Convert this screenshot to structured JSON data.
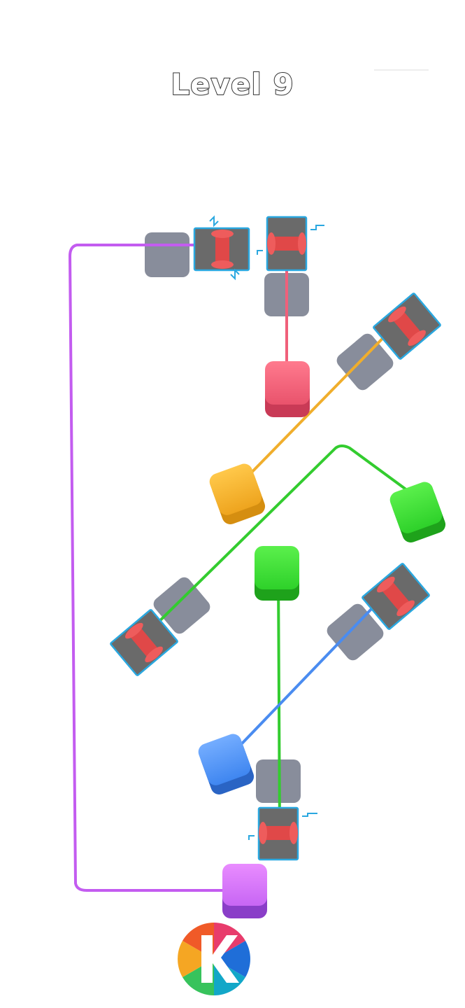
{
  "level": {
    "title": "Level 9"
  },
  "colors": {
    "purple": "#cc66ff",
    "red": "#f0607a",
    "orange": "#f4b12c",
    "green": "#33cc2f",
    "blue": "#4a8cf0",
    "slot_gray": "#7b8190",
    "winch_red": "#e04848",
    "winch_base": "#6a6a6a",
    "winch_trim": "#2aa8e0"
  },
  "ropes": [
    {
      "id": "purple",
      "color": "purple"
    },
    {
      "id": "red",
      "color": "red"
    },
    {
      "id": "orange",
      "color": "orange"
    },
    {
      "id": "green-upper",
      "color": "green"
    },
    {
      "id": "green-lower",
      "color": "green"
    },
    {
      "id": "blue",
      "color": "blue"
    }
  ],
  "blocks": [
    {
      "id": "red",
      "color": "red"
    },
    {
      "id": "orange",
      "color": "orange"
    },
    {
      "id": "green-right",
      "color": "green"
    },
    {
      "id": "green-center",
      "color": "green"
    },
    {
      "id": "blue",
      "color": "blue"
    },
    {
      "id": "purple",
      "color": "purple"
    }
  ],
  "logo": {
    "icon": "kiloo-x-logo"
  }
}
